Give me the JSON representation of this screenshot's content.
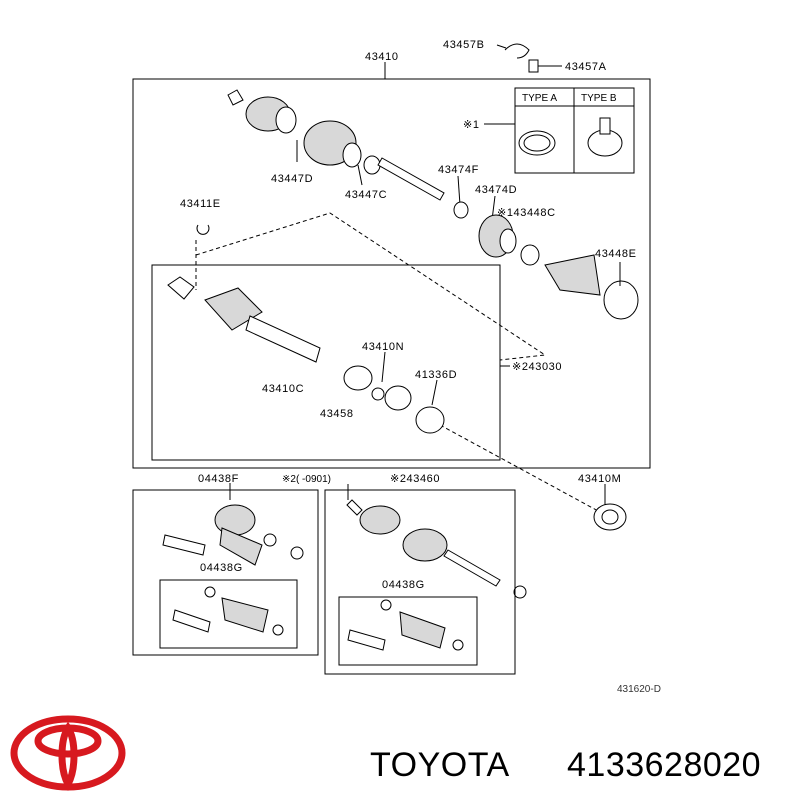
{
  "labels": {
    "assembly_main": "43410",
    "clip_b": "43457B",
    "clip_a": "43457A",
    "type_a": "TYPE A",
    "type_b": "TYPE B",
    "note1_mark": "※1",
    "boot_clamp_d": "43447D",
    "boot_clamp_c": "43447C",
    "bearing_f": "43474F",
    "bearing_d": "43474D",
    "boot_c": "※143448C",
    "snap_ring_e": "43411E",
    "boot_e": "43448E",
    "inboard_n": "43410N",
    "inboard_c": "43410C",
    "dust_deflector": "41336D",
    "ring_458": "43458",
    "inboard_joint": "※243030",
    "kit_f": "04438F",
    "note2_range": "※2(   -0901)",
    "shaft_alt": "※243460",
    "kit_g_left": "04438G",
    "kit_g_right": "04438G",
    "seal_m": "43410M",
    "diagram_id": "431620-D"
  },
  "brand": {
    "name": "TOYOTA",
    "part_number": "4133628020",
    "logo_color": "#d7191f"
  }
}
